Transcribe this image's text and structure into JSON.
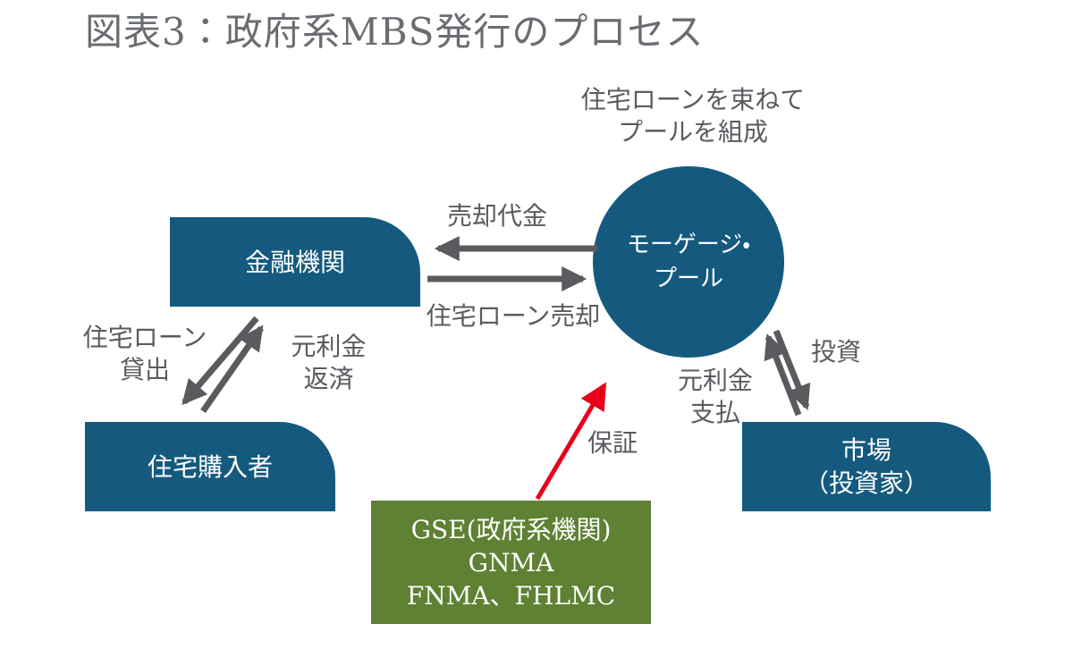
{
  "title": "図表3：政府系MBS発行のプロセス",
  "colors": {
    "blue": "#155a7e",
    "green": "#5e8133",
    "arrow-grey": "#595b5e",
    "text-grey": "#585c60",
    "title-grey": "#696c71",
    "red": "#e60019"
  },
  "pool": {
    "note": {
      "line1": "住宅ローンを束ねて",
      "line2": "プールを組成"
    },
    "label": {
      "line1": "モーゲージ・",
      "line2": "プール"
    }
  },
  "boxes": {
    "financial": {
      "label": "金融機関"
    },
    "homebuyer": {
      "label": "住宅購入者"
    },
    "market": {
      "line1": "市場",
      "line2": "（投資家）"
    },
    "gse": {
      "line1": "GSE(政府系機関)",
      "line2": "GNMA",
      "line3": "FNMA、FHLMC"
    }
  },
  "arrow_labels": {
    "sale_proceeds": "売却代金",
    "loan_sale": "住宅ローン売却",
    "loan_lending": {
      "line1": "住宅ローン",
      "line2": "貸出"
    },
    "repayment": {
      "line1": "元利金",
      "line2": "返済"
    },
    "investment": "投資",
    "payment": {
      "line1": "元利金",
      "line2": "支払"
    },
    "guarantee": "保証"
  }
}
